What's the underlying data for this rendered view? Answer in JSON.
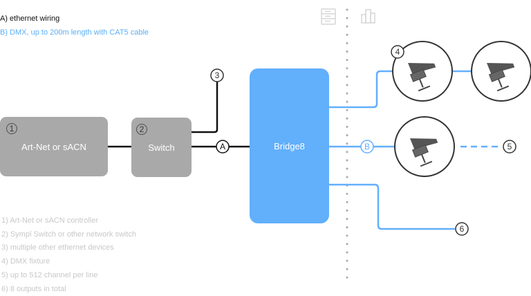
{
  "legend": {
    "a": "A) ethernet wiring",
    "b": "B) DMX, up to 200m length with CAT5 cable"
  },
  "nodes": {
    "controller": {
      "number": "1",
      "label": "Art-Net or sACN"
    },
    "switch": {
      "number": "2",
      "label": "Switch"
    },
    "bridge": {
      "label": "Bridge8"
    }
  },
  "markers": {
    "ethernet_devices": "3",
    "dmx_fixture": "4",
    "channels": "5",
    "outputs": "6",
    "wire_a": "A",
    "wire_b": "B"
  },
  "footnotes": [
    "1) Art-Net or sACN controller",
    "2) Sympl Switch or other network switch",
    "3) multiple other ethernet devices",
    "4) DMX fixture",
    "5) up to 512 channel per line",
    "6) 8 outputs in total"
  ],
  "icons": {
    "left_zone": "server-rack-icon",
    "right_zone": "building-icon",
    "fixture": "spotlight-fixture-icon"
  },
  "colors": {
    "ethernet": "#111111",
    "dmx": "#62affb",
    "device_box": "#a9a9a9",
    "bridge": "#62affb",
    "muted_text": "#c8c8c8"
  }
}
